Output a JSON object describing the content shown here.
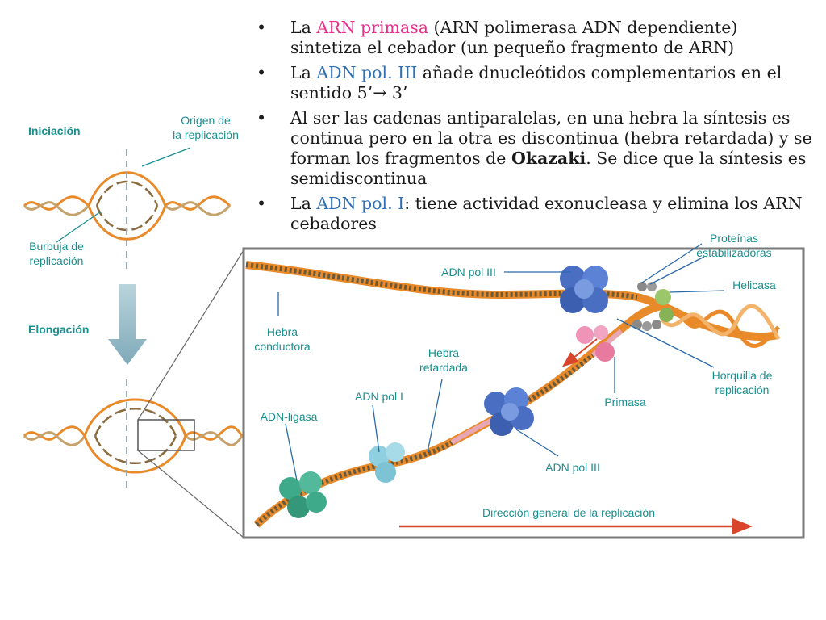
{
  "bullets": [
    {
      "parts": [
        {
          "t": "La ",
          "c": ""
        },
        {
          "t": "ARN primasa",
          "c": "pink"
        },
        {
          "t": " (ARN polimerasa ADN dependiente) sintetiza el cebador (un pequeño fragmento de ARN)",
          "c": ""
        }
      ]
    },
    {
      "parts": [
        {
          "t": "La ",
          "c": ""
        },
        {
          "t": "ADN pol. III",
          "c": "blue"
        },
        {
          "t": " añade dnucleótidos complementarios en el sentido 5’→ 3’",
          "c": ""
        }
      ]
    },
    {
      "parts": [
        {
          "t": "Al ser las cadenas antiparalelas, en una hebra la síntesis es continua pero en la otra es discontinua (hebra retardada) y se forman los fragmentos de ",
          "c": ""
        },
        {
          "t": "Okazaki",
          "c": "bold"
        },
        {
          "t": ". Se dice que la síntesis es semidiscontinua",
          "c": ""
        }
      ]
    },
    {
      "parts": [
        {
          "t": "La ",
          "c": ""
        },
        {
          "t": "ADN pol. I",
          "c": "blue"
        },
        {
          "t": ": tiene actividad exonucleasa y elimina los ARN cebadores",
          "c": ""
        }
      ]
    }
  ],
  "bullet_symbol": "•",
  "stages": {
    "initiation": "Iniciación",
    "elongation": "Elongación"
  },
  "labels": {
    "origin": [
      "Origen de",
      "la replicación"
    ],
    "bubble": [
      "Burbuja de",
      "replicación"
    ],
    "pol3_top": "ADN pol III",
    "ssb": [
      "Proteínas",
      "estabilizadoras"
    ],
    "helicase": "Helicasa",
    "leading": [
      "Hebra",
      "conductora"
    ],
    "lagging": [
      "Hebra",
      "retardada"
    ],
    "fork": [
      "Horquilla de",
      "replicación"
    ],
    "pol1": "ADN pol I",
    "primase": "Primasa",
    "ligase": "ADN-ligasa",
    "pol3_bottom": "ADN pol III",
    "direction": "Dirección general de la replicación"
  },
  "colors": {
    "teal": "#1a8f8f",
    "strand": "#e98a2a",
    "dark": "#6b5a3a",
    "pink": "#e8308a",
    "blue": "#2f6fb5"
  }
}
